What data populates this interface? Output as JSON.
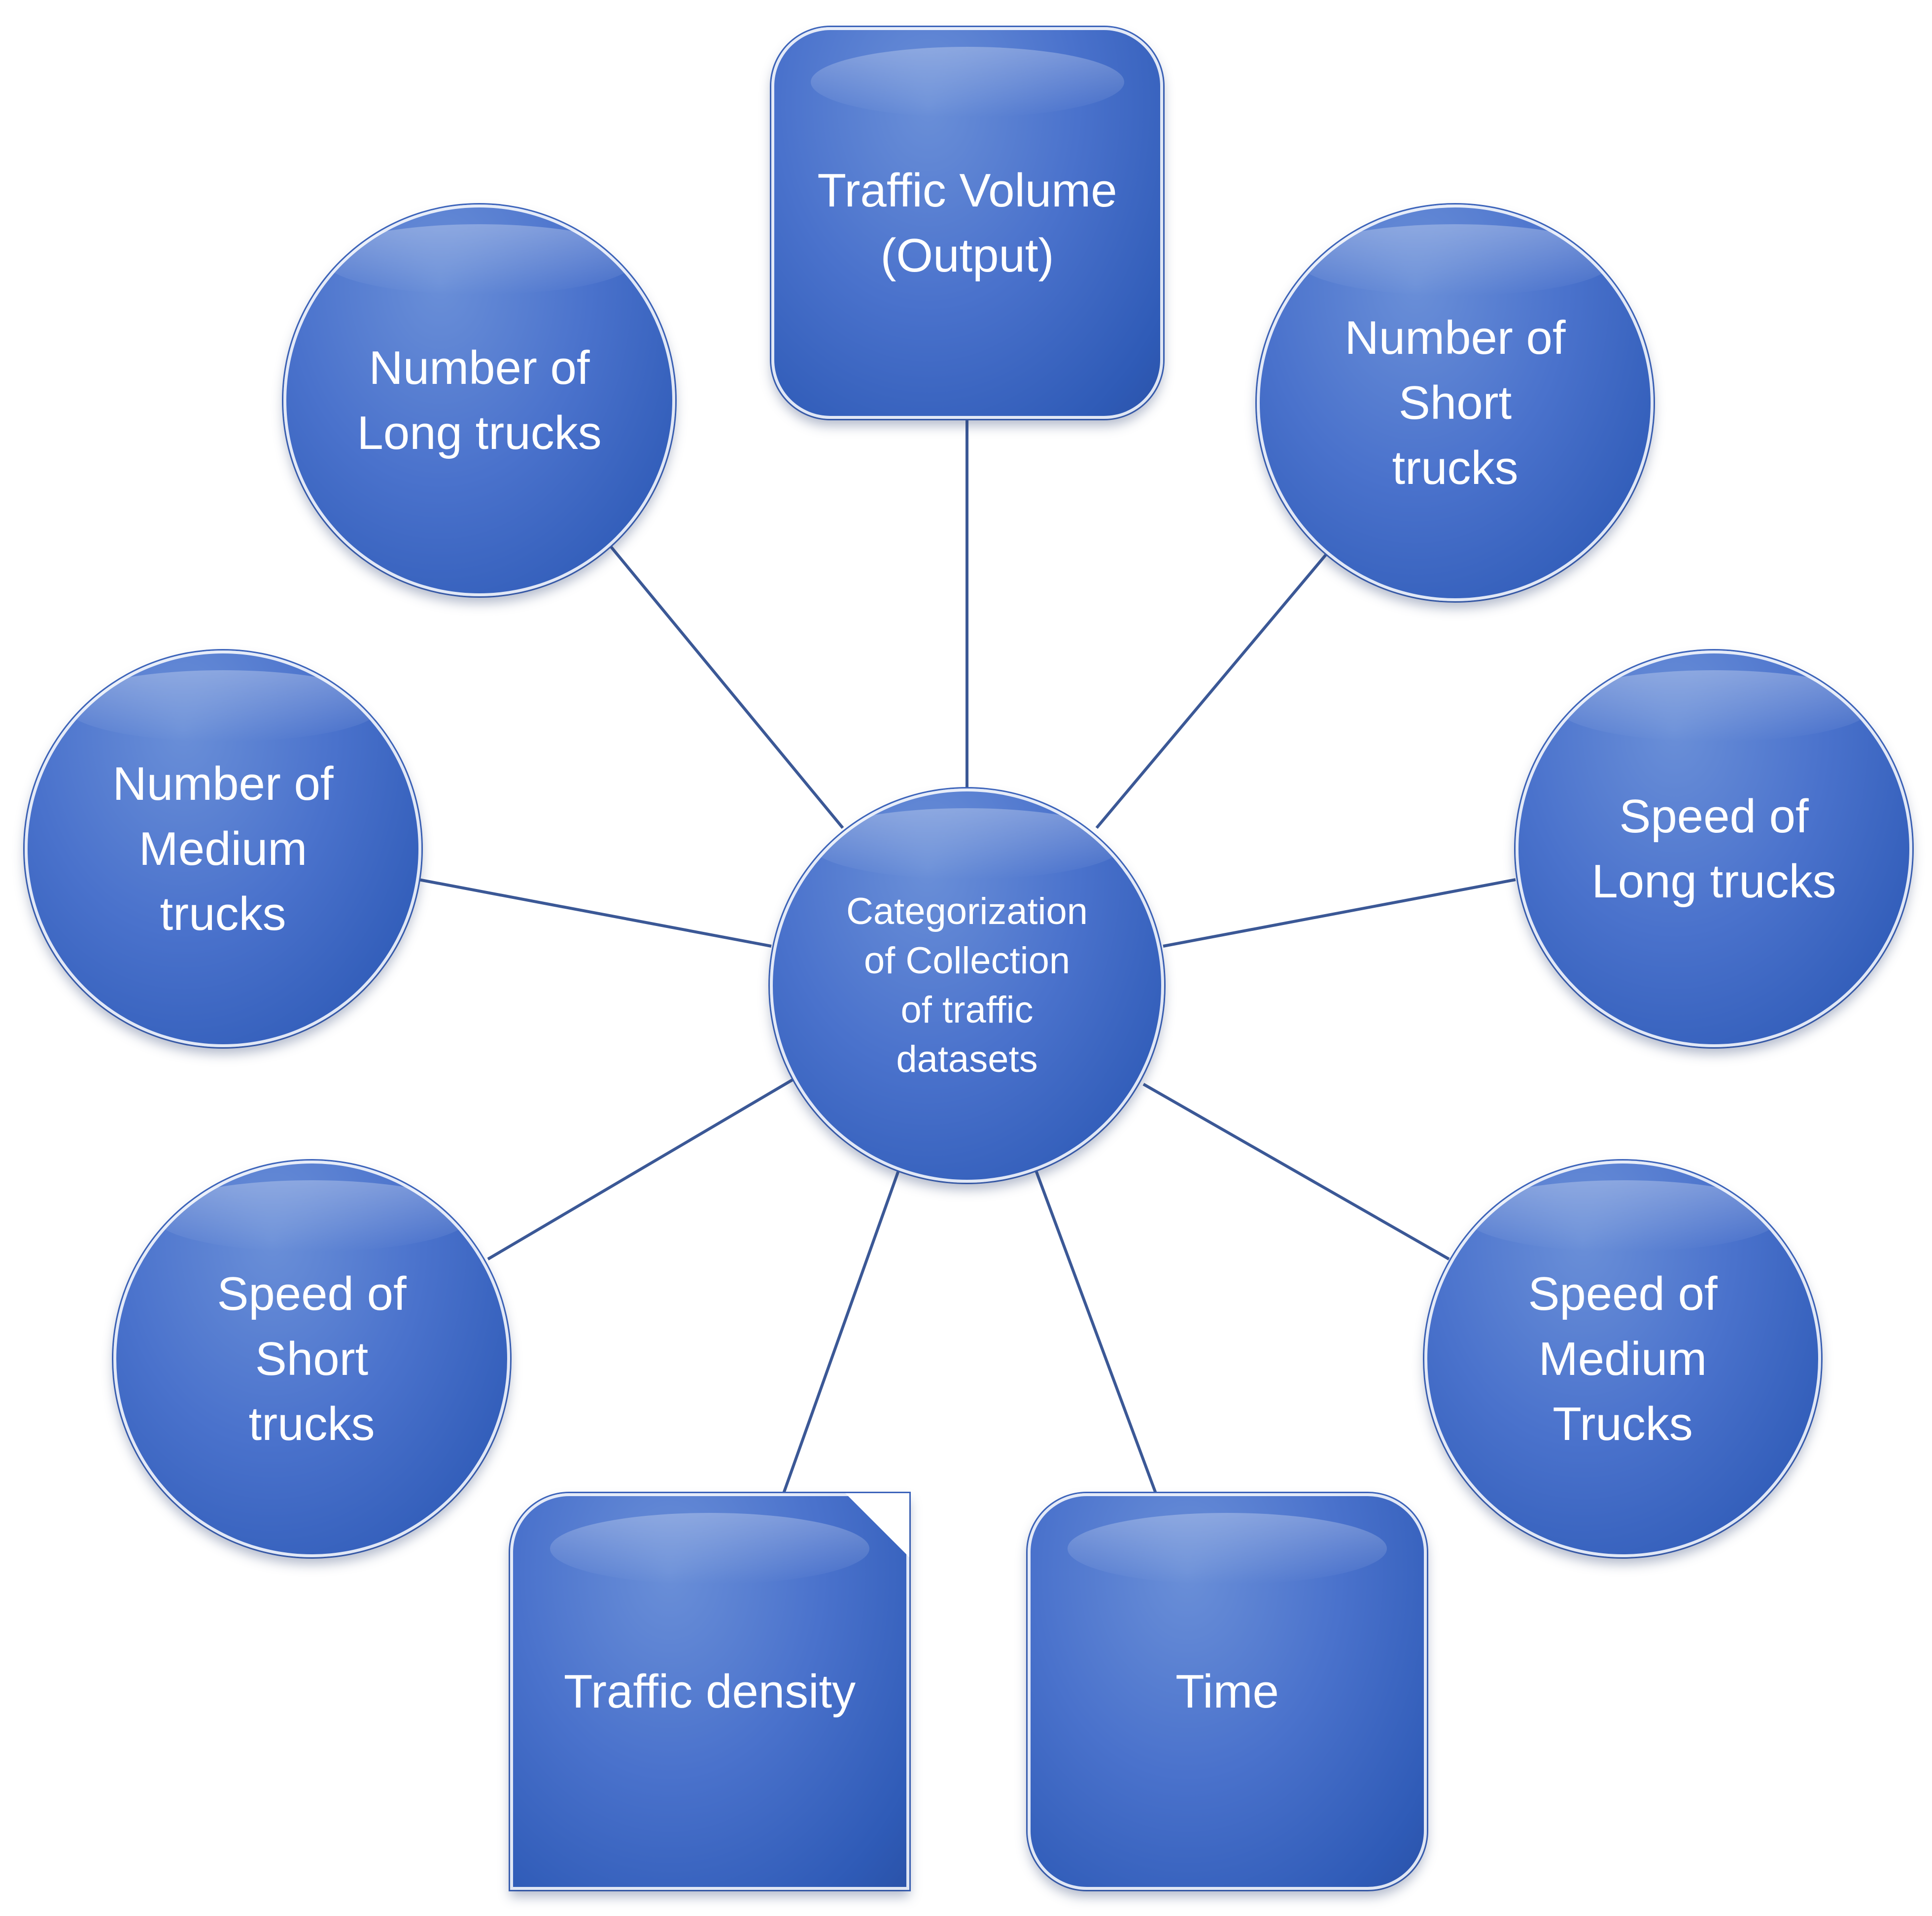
{
  "diagram": {
    "center": {
      "label": "Categorization\nof Collection\nof traffic\ndatasets"
    },
    "nodes": {
      "traffic_volume": {
        "label": "Traffic Volume\n(Output)"
      },
      "long_trucks_count": {
        "label": "Number of\nLong trucks"
      },
      "short_trucks_count": {
        "label": "Number of\nShort\ntrucks"
      },
      "medium_trucks_count": {
        "label": "Number of\nMedium\ntrucks"
      },
      "speed_long": {
        "label": "Speed of\nLong trucks"
      },
      "speed_short": {
        "label": "Speed of\nShort\ntrucks"
      },
      "speed_medium": {
        "label": "Speed of\nMedium\nTrucks"
      },
      "traffic_density": {
        "label": "Traffic density"
      },
      "time": {
        "label": "Time"
      }
    },
    "colors": {
      "node_fill": "#4472c4",
      "node_dark": "#2f5bb7",
      "connector": "#3b5896",
      "text": "#ffffff"
    }
  }
}
